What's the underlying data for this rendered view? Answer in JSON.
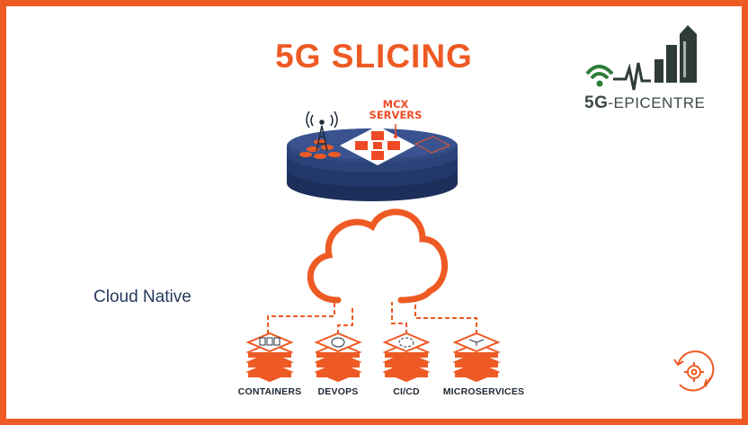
{
  "slide": {
    "title": "5G SLICING",
    "cloud_label": "Cloud Native"
  },
  "logo": {
    "prefix": "5G",
    "suffix": "-EPICENTRE"
  },
  "platform": {
    "callout": "MCX\nSERVERS"
  },
  "technologies": [
    {
      "label": "CONTAINERS",
      "icon": "containers-icon"
    },
    {
      "label": "DEVOPS",
      "icon": "devops-icon"
    },
    {
      "label": "CI/CD",
      "icon": "cicd-icon"
    },
    {
      "label": "MICROSERVICES",
      "icon": "microservices-icon"
    }
  ],
  "colors": {
    "accent": "#ee5a24",
    "navy": "#1f3566",
    "logo_green": "#2e7d3a",
    "logo_dark": "#2f3b36",
    "text_dark": "#263a5a"
  },
  "icons": {
    "corner": "settings-cycle-icon",
    "tower": "radio-tower-icon"
  }
}
